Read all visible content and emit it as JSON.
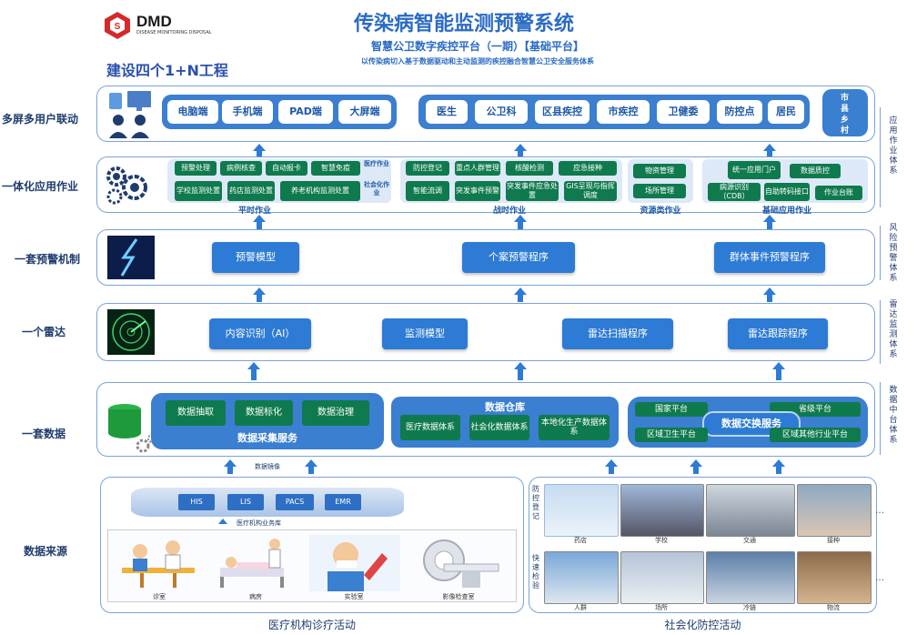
{
  "header": {
    "logo_text": "DMD",
    "logo_sub": "DISEASE MONITORING DISPOSAL",
    "title": "传染病智能监测预警系统",
    "subtitle": "智慧公卫数字疾控平台（一期）【基础平台】",
    "tagline": "以传染病切入基于数据驱动和主动监测的疾控融合智慧公卫安全服务体系",
    "build": "建设四个1+N工程"
  },
  "rows": {
    "users": "多屏多用户联动",
    "apps": "一体化应用作业",
    "warning": "一套预警机制",
    "radar": "一个雷达",
    "data": "一套数据",
    "source": "数据来源"
  },
  "side": {
    "app": "应用作业体系",
    "risk": "风险预警体系",
    "radar": "雷达监测体系",
    "data": "数据中台体系"
  },
  "terminals": [
    "电脑端",
    "手机端",
    "PAD端",
    "大屏端"
  ],
  "roles": [
    "医生",
    "公卫科",
    "区县疾控",
    "市疾控",
    "卫健委",
    "防控点",
    "居民"
  ],
  "levels": [
    "市",
    "县",
    "乡",
    "村"
  ],
  "pingshi": {
    "label": "平时作业",
    "items": [
      "预警处理",
      "病例核查",
      "自动报卡",
      "智慧免疫",
      "学校监测处置",
      "药店监测处置",
      "养老机构监测处置"
    ],
    "side1": "医疗作业",
    "side2": "社会化作业"
  },
  "zhanshi": {
    "label": "战时作业",
    "items": [
      "防控登记",
      "重点人群管理",
      "核酸检测",
      "应急接种",
      "智能流调",
      "突发事件预警",
      "突发事件应急处置",
      "GIS呈现与指挥调度"
    ]
  },
  "ziyuan": {
    "label": "资源类作业",
    "items": [
      "物资管理",
      "场所管理"
    ]
  },
  "jichu": {
    "label": "基础应用作业",
    "items": [
      "统一应用门户",
      "数据质控",
      "病源识别（CDB）",
      "自助转码接口",
      "作业台账"
    ]
  },
  "warning_items": [
    "预警模型",
    "个案预警程序",
    "群体事件预警程序"
  ],
  "radar_items": [
    "内容识别（AI）",
    "监测模型",
    "雷达扫描程序",
    "雷达跟踪程序"
  ],
  "collect": {
    "label": "数据采集服务",
    "items": [
      "数据抽取",
      "数据标化",
      "数据治理"
    ]
  },
  "warehouse": {
    "label": "数据仓库",
    "items": [
      "医疗数据体系",
      "社会化数据体系",
      "本地化生产数据体系"
    ]
  },
  "exchange": {
    "label": "数据交换服务",
    "items": [
      "国家平台",
      "省级平台",
      "区域卫生平台",
      "区域其他行业平台"
    ]
  },
  "mirror": "数据镜像",
  "hospital": {
    "systems": [
      "HIS",
      "LIS",
      "PACS",
      "EMR"
    ],
    "business": "医疗机构业务库",
    "scenes": [
      "诊室",
      "病房",
      "实验室",
      "影像检查室"
    ],
    "footer": "医疗机构诊疗活动"
  },
  "social": {
    "row1_label": "防控登记",
    "row2_label": "快速检验",
    "row1": [
      "药店",
      "学校",
      "交通",
      "接种"
    ],
    "row2": [
      "人群",
      "场所",
      "冷链",
      "物流"
    ],
    "dots": "…",
    "footer": "社会化防控活动"
  },
  "colors": {
    "primary": "#2d7bd4",
    "green": "#0f7a4e",
    "frame": "#7aa3d8",
    "title": "#2a6bc4"
  }
}
